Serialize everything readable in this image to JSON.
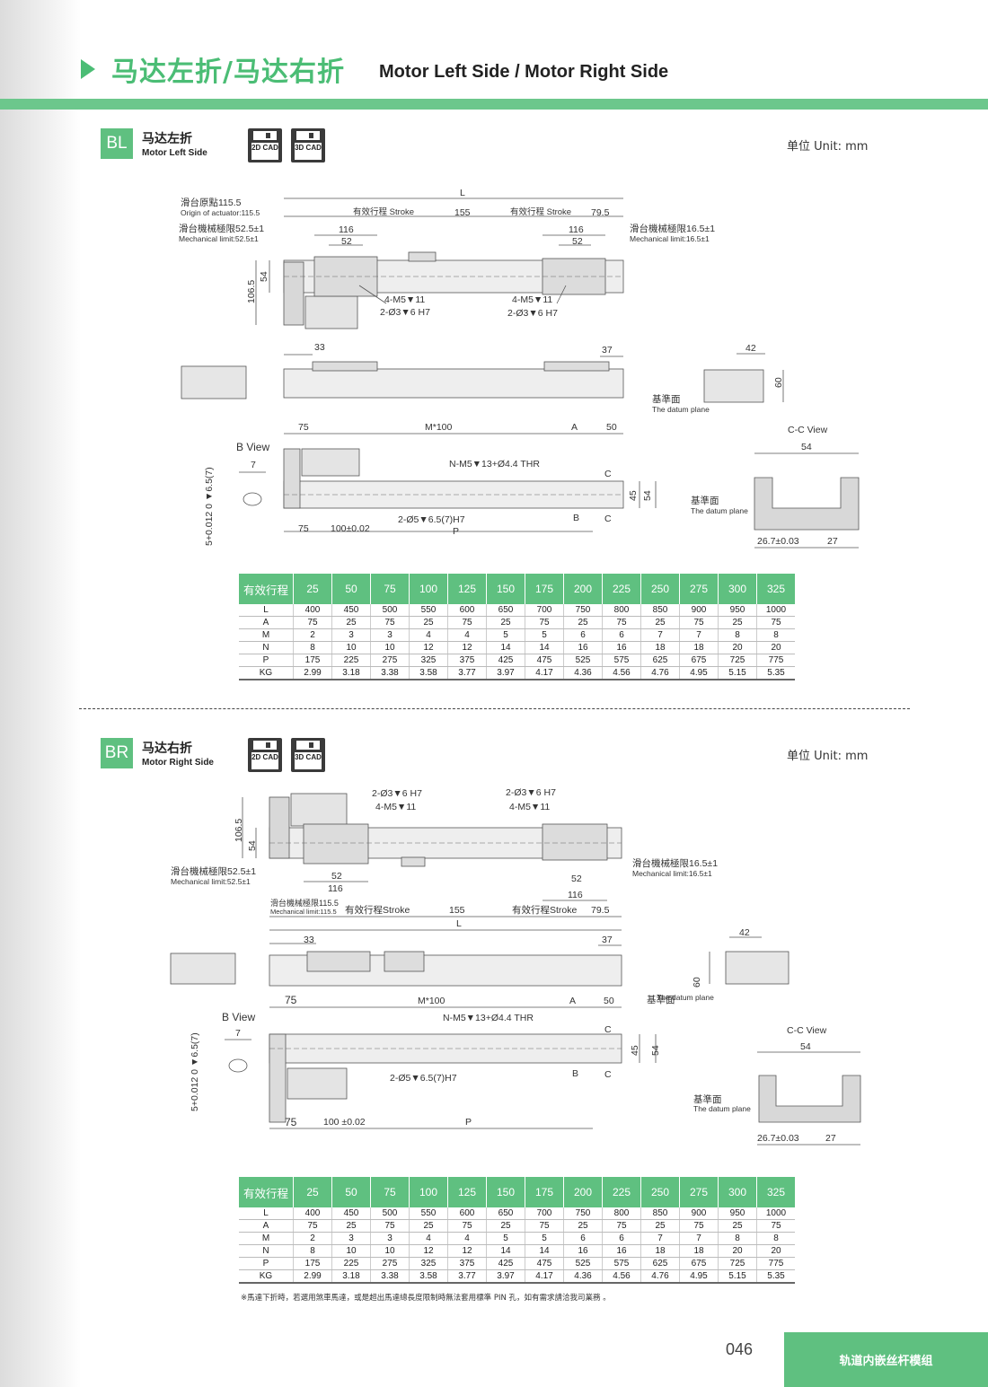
{
  "header": {
    "title_cn": "马达左折/马达右折",
    "title_en": "Motor Left Side / Motor Right Side"
  },
  "section_bl": {
    "badge": "BL",
    "title_cn": "马达左折",
    "title_en": "Motor Left Side",
    "cad2d": "2D CAD",
    "cad3d": "3D CAD",
    "unit": "单位 Unit: mm",
    "dims": {
      "L": "L",
      "origin_cn": "滑台原點115.5",
      "origin_en": "Origin of actuator:115.5",
      "stroke1": "有效行程 Stroke",
      "d155": "155",
      "stroke2": "有效行程 Stroke",
      "d795": "79.5",
      "mech_l_cn": "滑台機械極限52.5±1",
      "mech_l_en": "Mechanical limit:52.5±1",
      "mech_r_cn": "滑台機械極限16.5±1",
      "mech_r_en": "Mechanical limit:16.5±1",
      "d116a": "116",
      "d52a": "52",
      "d116b": "116",
      "d52b": "52",
      "h1065": "106.5",
      "h54": "54",
      "m5a": "4-M5▼11",
      "pin_a": "2-Ø3▼6 H7",
      "m5b": "4-M5▼11",
      "pin_b": "2-Ø3▼6 H7",
      "d33": "33",
      "d37": "37",
      "d42": "42",
      "d60": "60",
      "datum_cn": "基準面",
      "datum_en": "The datum plane",
      "d75top": "75",
      "m100": "M*100",
      "A": "A",
      "d50": "50",
      "bview": "B View",
      "d7": "7",
      "tol": "5+0.012 0 ▼6.5(7)",
      "thr": "N-M5▼13+Ø4.4 THR",
      "C1": "C",
      "C2": "C",
      "B": "B",
      "d45": "45",
      "d54b": "54",
      "d75bot": "75",
      "d100": "100±0.02",
      "holes": "2-Ø5▼6.5(7)H7",
      "P": "P",
      "ccview": "C-C View",
      "d54c": "54",
      "datum2_cn": "基準面",
      "datum2_en": "The datum plane",
      "d267": "26.7±0.03",
      "d27": "27"
    }
  },
  "section_br": {
    "badge": "BR",
    "title_cn": "马达右折",
    "title_en": "Motor Right Side",
    "cad2d": "2D CAD",
    "cad3d": "3D CAD",
    "unit": "单位 Unit: mm",
    "dims": {
      "pin_a": "2-Ø3▼6 H7",
      "m5a": "4-M5▼11",
      "pin_b": "2-Ø3▼6 H7",
      "m5b": "4-M5▼11",
      "h1065": "106.5",
      "h54": "54",
      "mech_l_cn": "滑台機械極限52.5±1",
      "mech_l_en": "Mechanical limit:52.5±1",
      "mech_r_cn": "滑台機械極限16.5±1",
      "mech_r_en": "Mechanical limit:16.5±1",
      "d52a": "52",
      "d116a": "116",
      "d52b": "52",
      "d116b": "116",
      "origin_cn": "滑台機械極限115.5",
      "origin_en": "Mechanical limit:115.5",
      "stroke1": "有效行程Stroke",
      "d155": "155",
      "stroke2": "有效行程Stroke",
      "d795": "79.5",
      "L": "L",
      "d33": "33",
      "d37": "37",
      "d42": "42",
      "d60": "60",
      "datum_cn": "基準面",
      "datum_en": "The datum plane",
      "d75top": "75",
      "m100": "M*100",
      "A": "A",
      "d50": "50",
      "bview": "B View",
      "d7": "7",
      "tol": "5+0.012 0 ▼6.5(7)",
      "thr": "N-M5▼13+Ø4.4 THR",
      "C1": "C",
      "C2": "C",
      "B": "B",
      "d45": "45",
      "d54b": "54",
      "d75bot": "75",
      "d100": "100 ±0.02",
      "holes": "2-Ø5▼6.5(7)H7",
      "P": "P",
      "ccview": "C-C View",
      "d54c": "54",
      "datum2_cn": "基準面",
      "datum2_en": "The datum plane",
      "d267": "26.7±0.03",
      "d27": "27"
    }
  },
  "table_bl": {
    "header": [
      "有效行程",
      "25",
      "50",
      "75",
      "100",
      "125",
      "150",
      "175",
      "200",
      "225",
      "250",
      "275",
      "300",
      "325"
    ],
    "rows": [
      [
        "L",
        "400",
        "450",
        "500",
        "550",
        "600",
        "650",
        "700",
        "750",
        "800",
        "850",
        "900",
        "950",
        "1000"
      ],
      [
        "A",
        "75",
        "25",
        "75",
        "25",
        "75",
        "25",
        "75",
        "25",
        "75",
        "25",
        "75",
        "25",
        "75"
      ],
      [
        "M",
        "2",
        "3",
        "3",
        "4",
        "4",
        "5",
        "5",
        "6",
        "6",
        "7",
        "7",
        "8",
        "8"
      ],
      [
        "N",
        "8",
        "10",
        "10",
        "12",
        "12",
        "14",
        "14",
        "16",
        "16",
        "18",
        "18",
        "20",
        "20"
      ],
      [
        "P",
        "175",
        "225",
        "275",
        "325",
        "375",
        "425",
        "475",
        "525",
        "575",
        "625",
        "675",
        "725",
        "775"
      ],
      [
        "KG",
        "2.99",
        "3.18",
        "3.38",
        "3.58",
        "3.77",
        "3.97",
        "4.17",
        "4.36",
        "4.56",
        "4.76",
        "4.95",
        "5.15",
        "5.35"
      ]
    ]
  },
  "table_br": {
    "header": [
      "有效行程",
      "25",
      "50",
      "75",
      "100",
      "125",
      "150",
      "175",
      "200",
      "225",
      "250",
      "275",
      "300",
      "325"
    ],
    "rows": [
      [
        "L",
        "400",
        "450",
        "500",
        "550",
        "600",
        "650",
        "700",
        "750",
        "800",
        "850",
        "900",
        "950",
        "1000"
      ],
      [
        "A",
        "75",
        "25",
        "75",
        "25",
        "75",
        "25",
        "75",
        "25",
        "75",
        "25",
        "75",
        "25",
        "75"
      ],
      [
        "M",
        "2",
        "3",
        "3",
        "4",
        "4",
        "5",
        "5",
        "6",
        "6",
        "7",
        "7",
        "8",
        "8"
      ],
      [
        "N",
        "8",
        "10",
        "10",
        "12",
        "12",
        "14",
        "14",
        "16",
        "16",
        "18",
        "18",
        "20",
        "20"
      ],
      [
        "P",
        "175",
        "225",
        "275",
        "325",
        "375",
        "425",
        "475",
        "525",
        "575",
        "625",
        "675",
        "725",
        "775"
      ],
      [
        "KG",
        "2.99",
        "3.18",
        "3.38",
        "3.58",
        "3.77",
        "3.97",
        "4.17",
        "4.36",
        "4.56",
        "4.76",
        "4.95",
        "5.15",
        "5.35"
      ]
    ]
  },
  "note": "※馬達下折時，若選用煞車馬達，或是超出馬達總長度限制時無法套用標準 PIN 孔，如有需求請洽我司業務 。",
  "footer": {
    "page": "046",
    "label": "轨道内嵌丝杆模组"
  }
}
